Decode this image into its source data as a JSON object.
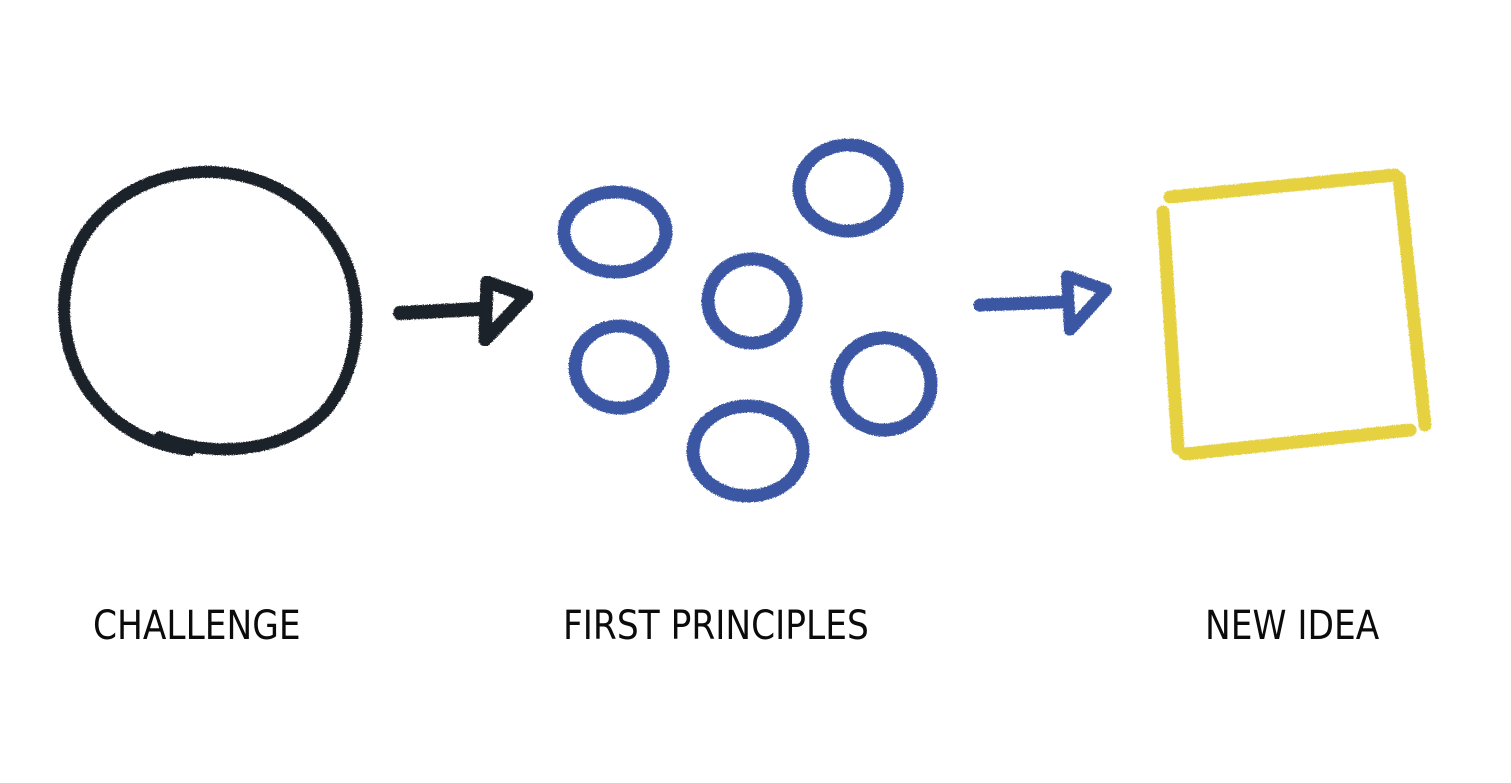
{
  "diagram": {
    "stages": [
      {
        "id": "challenge",
        "label": "CHALLENGE",
        "shape": "circle",
        "color": "#1f232a"
      },
      {
        "id": "first-principles",
        "label": "FIRST PRINCIPLES",
        "shape": "cluster-of-six-circles",
        "color": "#3a57a3"
      },
      {
        "id": "new-idea",
        "label": "NEW IDEA",
        "shape": "square",
        "color": "#e6d140"
      }
    ],
    "connectors": [
      {
        "from": "challenge",
        "to": "first-principles",
        "style": "arrow",
        "color": "#1f232a"
      },
      {
        "from": "first-principles",
        "to": "new-idea",
        "style": "arrow",
        "color": "#3a57a3"
      }
    ],
    "background": "#ffffff"
  }
}
